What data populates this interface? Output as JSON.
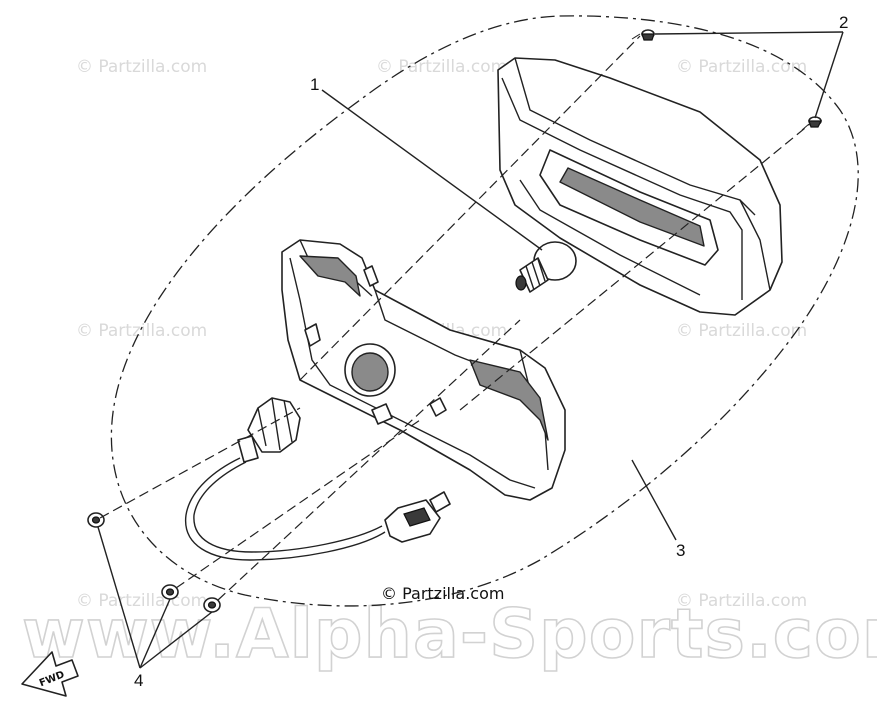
{
  "watermarks": {
    "partzilla_small": "© Partzilla.com",
    "credit": "© Partzilla.com",
    "site": "www.Alpha-Sports.com"
  },
  "callouts": {
    "c1": "1",
    "c2": "2",
    "c3": "3",
    "c4": "4"
  },
  "fwd_arrow": {
    "label": "FWD"
  }
}
